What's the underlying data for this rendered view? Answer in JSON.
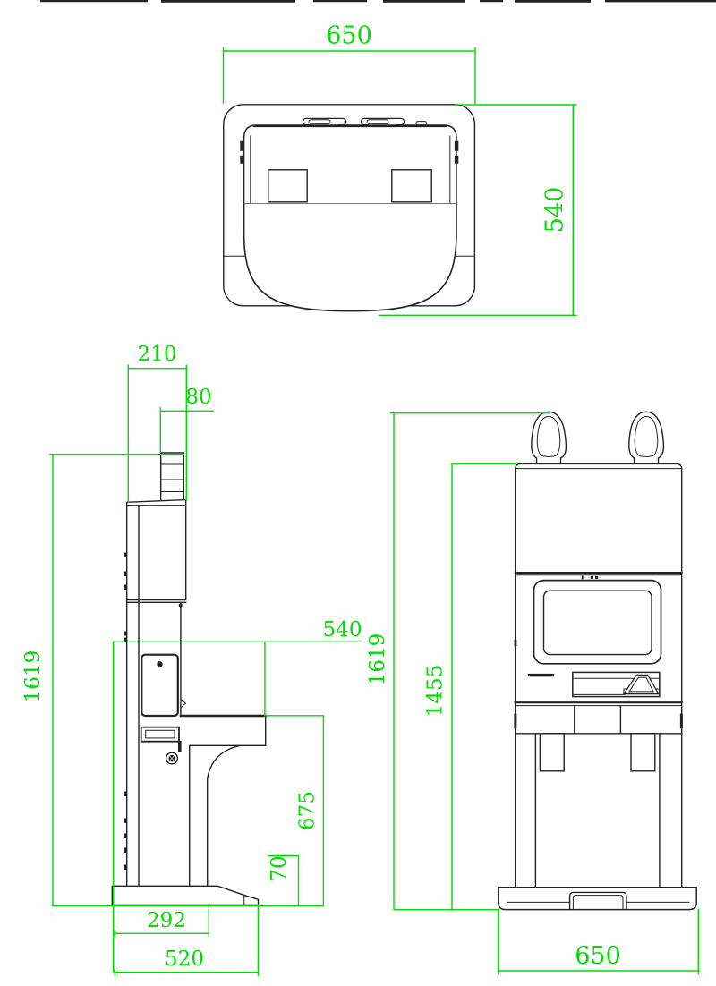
{
  "drawing": {
    "kind": "kiosk-three-view-dimension-drawing",
    "background": "#ffffff",
    "outline_color": "#232323",
    "dimension_color": "#00dd00"
  },
  "dims": {
    "top_view": {
      "width": "650",
      "depth": "540"
    },
    "side_view": {
      "head_depth": "210",
      "handle_width": "80",
      "overall_height": "1619",
      "upper_depth": "540",
      "counter_height": "675",
      "base_height": "70",
      "base_depth": "292",
      "overall_depth": "520"
    },
    "front_view": {
      "overall_height": "1619",
      "cabinet_height": "1455",
      "base_width": "650"
    }
  }
}
